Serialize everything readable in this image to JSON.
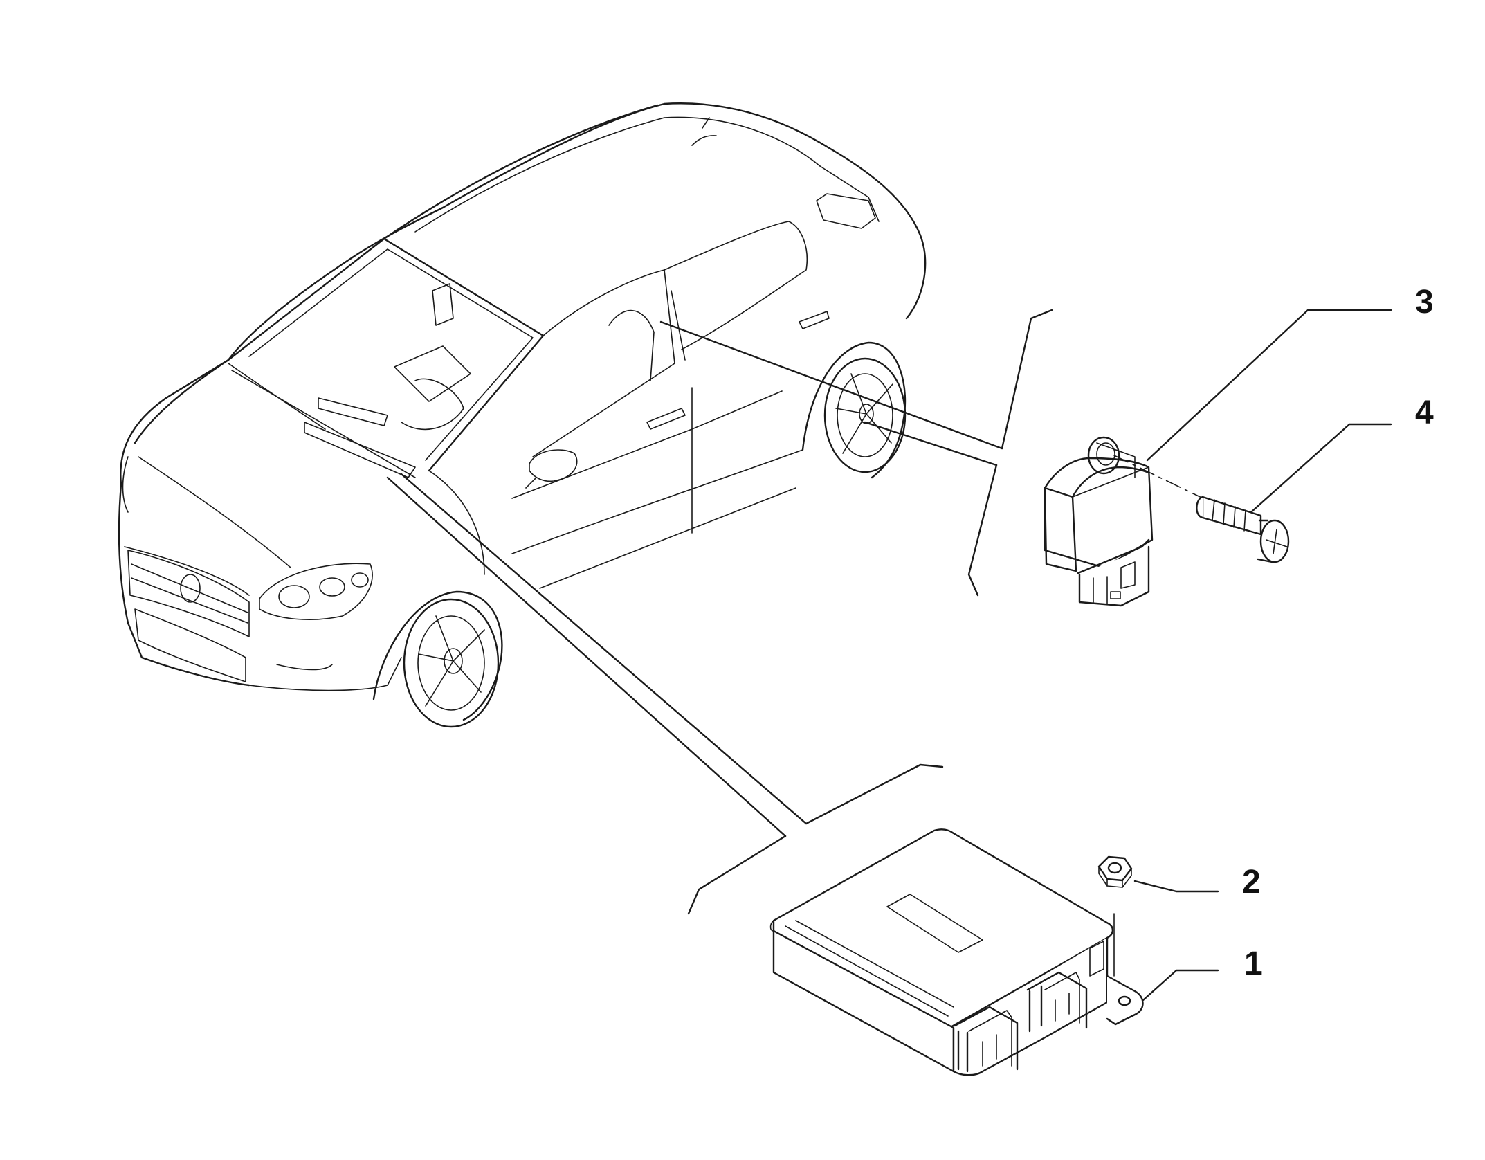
{
  "callouts": [
    {
      "id": "1",
      "label": "1"
    },
    {
      "id": "2",
      "label": "2"
    },
    {
      "id": "3",
      "label": "3"
    },
    {
      "id": "4",
      "label": "4"
    }
  ],
  "icons": {
    "car": "car-line-drawing",
    "control_unit": "airbag-control-unit",
    "nut": "hex-nut",
    "sensor": "crash-sensor",
    "bolt": "mounting-bolt"
  },
  "colors": {
    "line": "#1a1a1a",
    "background": "#ffffff"
  }
}
